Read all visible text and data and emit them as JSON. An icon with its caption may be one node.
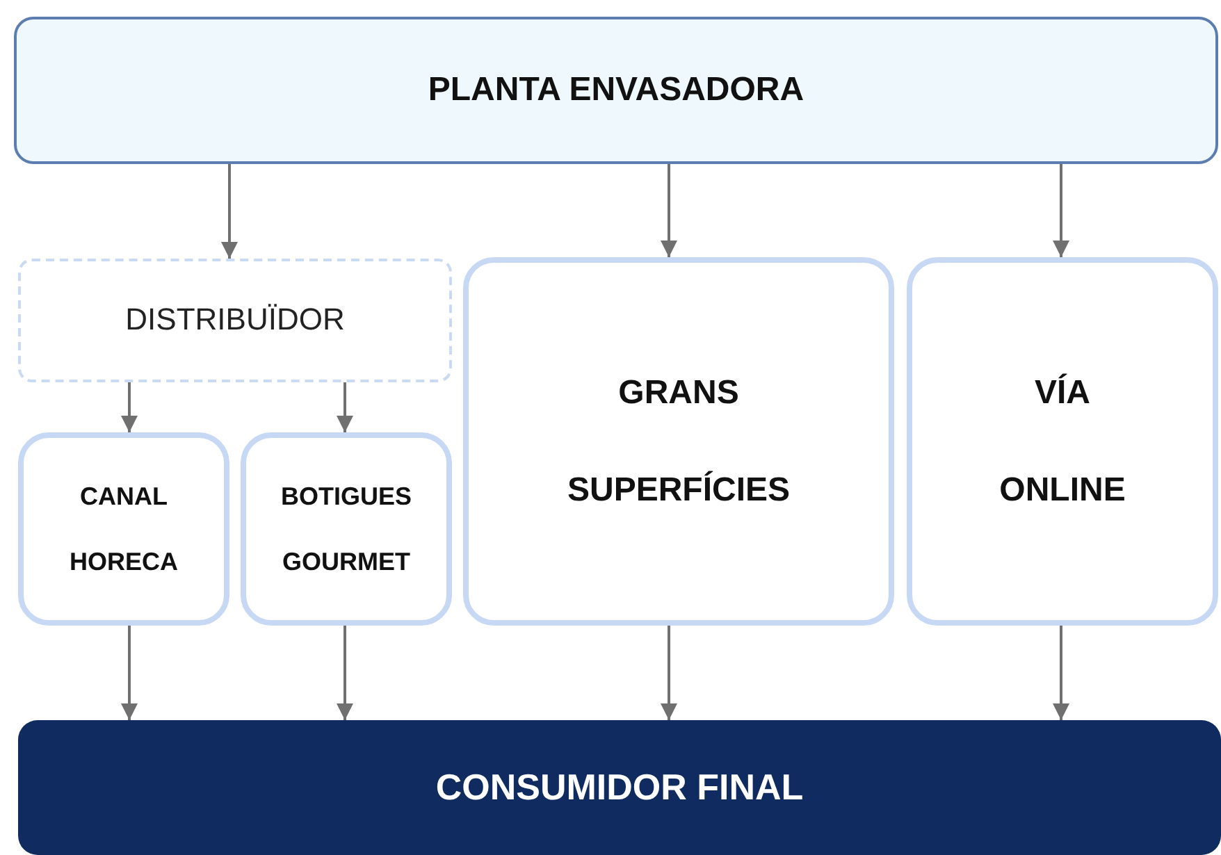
{
  "diagram": {
    "nodes": [
      {
        "text": [
          "PLANTA ENVASADORA"
        ]
      },
      {
        "text": [
          "DISTRIBUÏDOR"
        ]
      },
      {
        "text": [
          "CANAL HORECA"
        ]
      },
      {
        "text": [
          "BOTIGUES GOURMET"
        ]
      },
      {
        "text": [
          "GRANS SUPERFÍCIES"
        ]
      },
      {
        "text": [
          "VÍA ONLINE"
        ]
      },
      {
        "text": [
          "CONSUMIDOR FINAL"
        ]
      }
    ],
    "edges": [
      {
        "from": 0,
        "to": 1,
        "arrow": "to"
      },
      {
        "from": 0,
        "to": 4,
        "arrow": "to"
      },
      {
        "from": 0,
        "to": 5,
        "arrow": "to"
      },
      {
        "from": 1,
        "to": 2,
        "arrow": "to"
      },
      {
        "from": 1,
        "to": 3,
        "arrow": "to"
      },
      {
        "from": 2,
        "to": 6,
        "arrow": "to"
      },
      {
        "from": 3,
        "to": 6,
        "arrow": "to"
      },
      {
        "from": 4,
        "to": 6,
        "arrow": "to"
      },
      {
        "from": 5,
        "to": 6,
        "arrow": "to"
      }
    ]
  }
}
